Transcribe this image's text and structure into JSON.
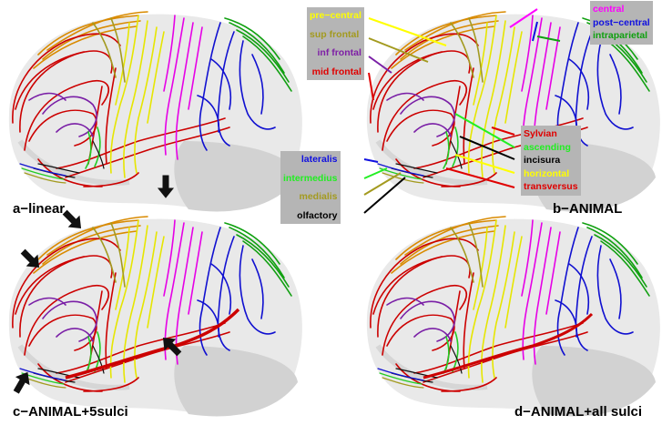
{
  "panels": [
    {
      "label": "a−linear"
    },
    {
      "label": "b−ANIMAL"
    },
    {
      "label": "c−ANIMAL+5sulci"
    },
    {
      "label": "d−ANIMAL+all sulci"
    }
  ],
  "sulci_labels": {
    "pre_central": "pre−central",
    "sup_frontal": "sup frontal",
    "inf_frontal": "inf frontal",
    "mid_frontal": "mid frontal",
    "central": "central",
    "post_central": "post−central",
    "intraparietal": "intraparietal",
    "sylvian": "Sylvian",
    "ascending": "ascending",
    "incisura": "incisura",
    "horizontal": "horizontal",
    "transversus": "transversus",
    "lateralis": "lateralis",
    "intermedius": "intermedius",
    "medialis": "medialis",
    "olfactory": "olfactory"
  },
  "colors": {
    "pre_central": "#ffff00",
    "sup_frontal": "#a39a1f",
    "inf_frontal": "#7e1fa6",
    "mid_frontal": "#e00000",
    "central": "#ff00ff",
    "post_central": "#1010e0",
    "intraparietal": "#10a010",
    "sylvian": "#e00000",
    "ascending": "#22ee22",
    "incisura": "#000000",
    "horizontal": "#ffff00",
    "transversus": "#e00000",
    "lateralis": "#1010e0",
    "intermedius": "#22ee22",
    "medialis": "#a39a1f",
    "olfactory": "#000000",
    "brain_fill": "#e9e9e9",
    "brain_shadow": "#cfcfcf",
    "label_bg": "#b5b5b5"
  }
}
